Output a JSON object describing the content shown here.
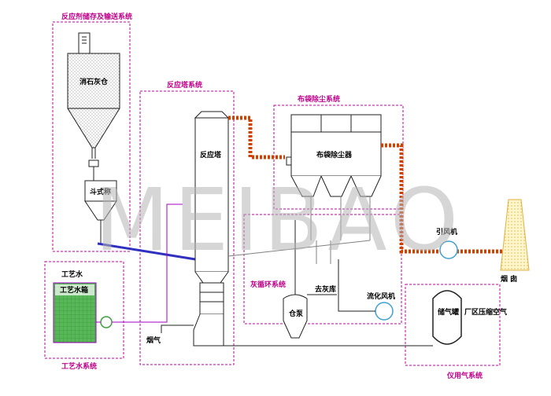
{
  "systems": {
    "reagent_storage": "反应剂储存及输送系统",
    "reactor_system": "反应塔系统",
    "baghouse_system": "布袋除尘系统",
    "ash_recycle": "灰循环系统",
    "process_water": "工艺水系统",
    "instrument_air": "仪用气系统"
  },
  "equipment": {
    "lime_silo": "消石灰仓",
    "bucket_scale": "斗式称",
    "reactor": "反应塔",
    "baghouse": "布袋除尘器",
    "id_fan": "引风机",
    "chimney": "烟 囱",
    "process_water_label": "工艺水",
    "water_tank": "工艺水箱",
    "flue_gas": "烟气",
    "to_ash_store": "去灰库",
    "fluidizing_fan": "流化风机",
    "ash_hopper": "仓泵",
    "air_tank": "储气罐",
    "plant_air": "厂区压缩空气"
  },
  "watermark": "MEIBAO",
  "colors": {
    "system_border": "#c000a0",
    "system_label": "#c0008a",
    "flue_duct": "#d04000",
    "water_line": "#a000c0",
    "feed_line": "#3030c0",
    "equipment": "#202020",
    "fan": "#40a0d0",
    "chimney": "#f0d070",
    "tank_fill": "#58b858"
  }
}
